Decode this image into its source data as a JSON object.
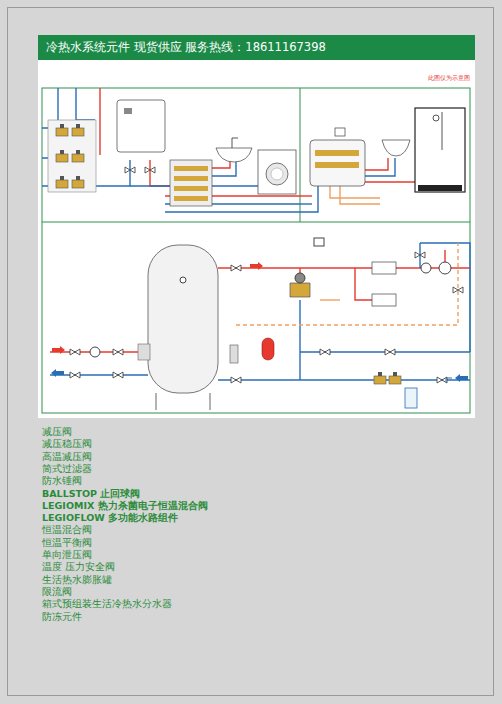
{
  "diagram": {
    "nodes": [
      {
        "text": [
          "冷热水系统元件 现货供应 服务热线：18611167398"
        ]
      }
    ],
    "labels": [
      "此图仅为示意图",
      "减压阀",
      "减压稳压阀",
      "高温减压阀",
      "简式过滤器",
      "防水锤阀",
      "BALLSTOP 止回球阀",
      "LEGIOMIX 热力杀菌电子恒温混合阀",
      "LEGIOFLOW 多功能水路组件",
      "恒温混合阀",
      "恒温平衡阀",
      "单向泄压阀",
      "温度 压力安全阀",
      "生活热水膨胀罐",
      "限流阀",
      "箱式预组装生活冷热水分水器",
      "防冻元件"
    ]
  }
}
